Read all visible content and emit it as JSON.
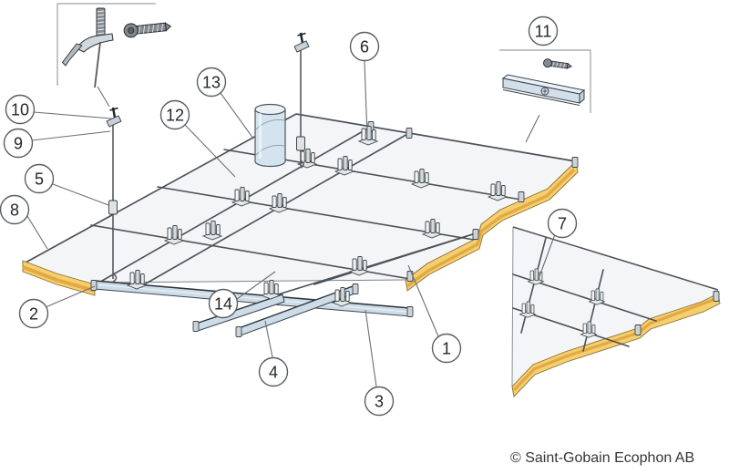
{
  "diagram": {
    "subject": "suspended-ceiling-installation-diagram",
    "copyright": "© Saint-Gobain Ecophon AB",
    "callouts": [
      {
        "number": "1"
      },
      {
        "number": "2"
      },
      {
        "number": "3"
      },
      {
        "number": "4"
      },
      {
        "number": "5"
      },
      {
        "number": "6"
      },
      {
        "number": "7"
      },
      {
        "number": "8"
      },
      {
        "number": "9"
      },
      {
        "number": "10"
      },
      {
        "number": "11"
      },
      {
        "number": "12"
      },
      {
        "number": "13"
      },
      {
        "number": "14"
      }
    ],
    "colors": {
      "panel": "#f3f5f6",
      "profile_blue": "#ccdce8",
      "profile_blue_light": "#eaf1f6",
      "edge_yellow": "#f5cf6e",
      "edge_yellow_dark": "#e2a944",
      "line_dark": "#4c5357",
      "metal_gray": "#848b91"
    }
  }
}
